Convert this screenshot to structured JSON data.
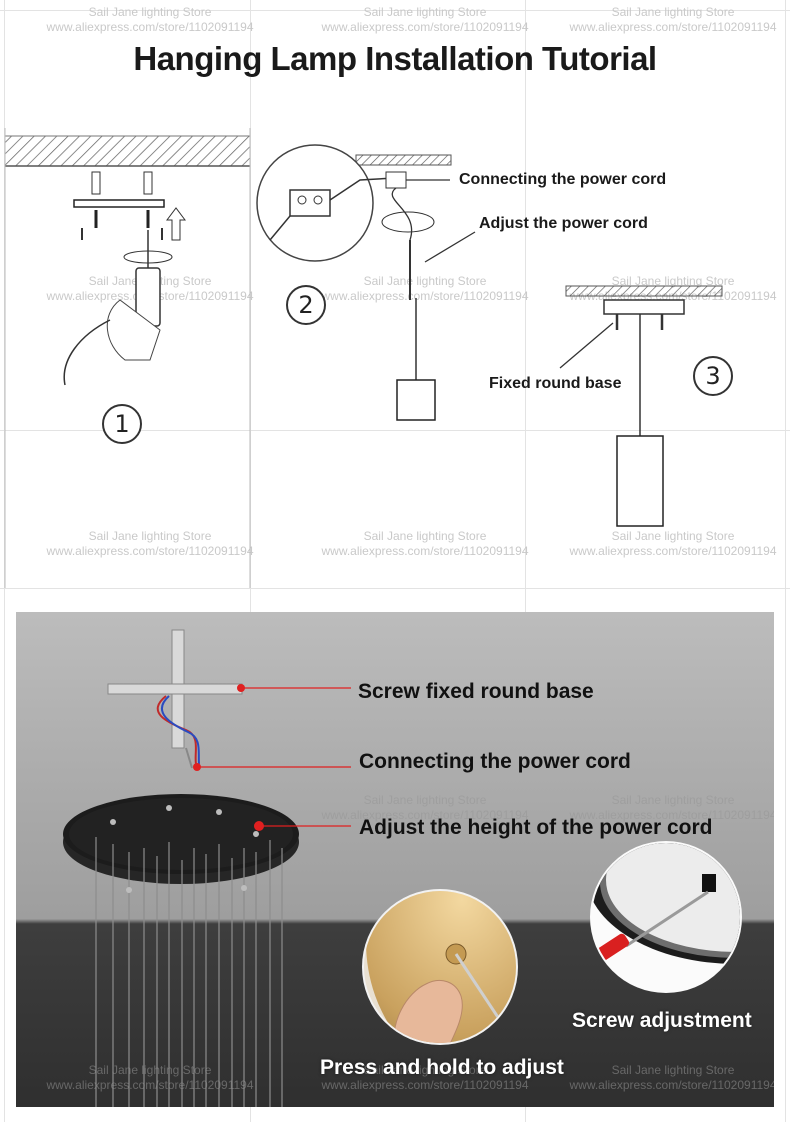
{
  "title": "Hanging Lamp Installation Tutorial",
  "watermark": {
    "store": "Sail Jane lighting Store",
    "url": "www.aliexpress.com/store/1102091194"
  },
  "diagram": {
    "steps": [
      "1",
      "2",
      "3"
    ],
    "labels": {
      "connect": "Connecting the power cord",
      "adjust": "Adjust the power cord",
      "fixed": "Fixed round base"
    }
  },
  "photo": {
    "labels": {
      "screw_base": "Screw fixed round base",
      "connect": "Connecting the power cord",
      "adjust_height": "Adjust the height of the power cord",
      "screw_adjustment": "Screw adjustment",
      "press_hold": "Press and hold to adjust"
    },
    "colors": {
      "background_top": "#a9a9a9",
      "background_bottom": "#3d3d3d",
      "plate": "#1c1c1c",
      "marker": "#e02020"
    }
  }
}
